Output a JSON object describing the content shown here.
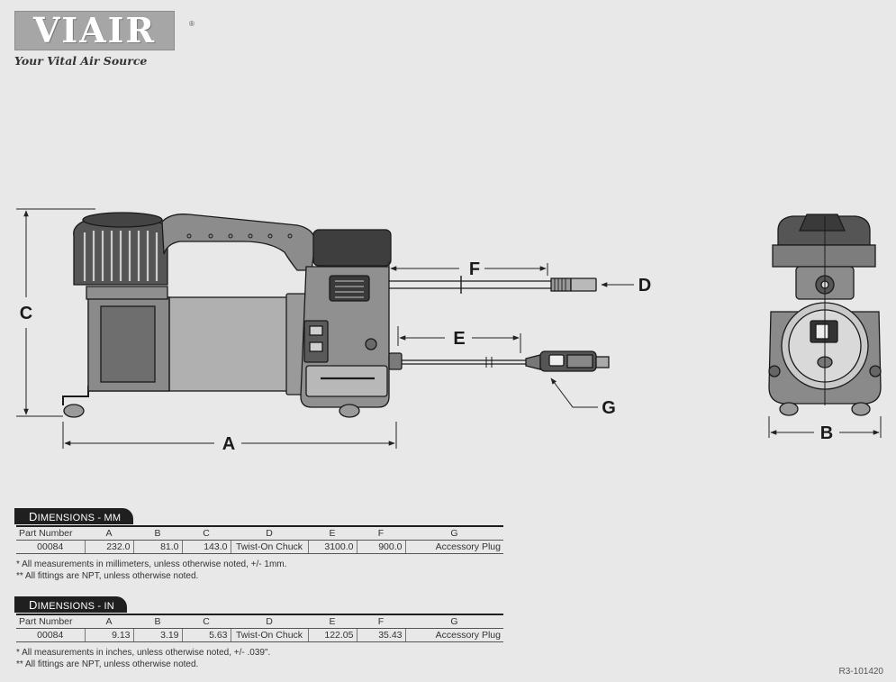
{
  "brand": {
    "name": "VIAIR",
    "registered": "®",
    "tagline": "Your Vital Air Source"
  },
  "diagram": {
    "labels": {
      "a": "A",
      "b": "B",
      "c": "C",
      "d": "D",
      "e": "E",
      "f": "F",
      "g": "G"
    }
  },
  "tables": [
    {
      "title_first": "D",
      "title_rest": "IMENSIONS - MM",
      "headers": [
        "Part Number",
        "A",
        "B",
        "C",
        "D",
        "E",
        "F",
        "G"
      ],
      "row": [
        "00084",
        "232.0",
        "81.0",
        "143.0",
        "Twist-On Chuck",
        "3100.0",
        "900.0",
        "Accessory Plug"
      ],
      "notes": [
        "* All measurements in millimeters, unless otherwise noted, +/- 1mm.",
        "** All fittings are NPT, unless otherwise noted."
      ]
    },
    {
      "title_first": "D",
      "title_rest": "IMENSIONS - IN",
      "headers": [
        "Part Number",
        "A",
        "B",
        "C",
        "D",
        "E",
        "F",
        "G"
      ],
      "row": [
        "00084",
        "9.13",
        "3.19",
        "5.63",
        "Twist-On Chuck",
        "122.05",
        "35.43",
        "Accessory Plug"
      ],
      "notes": [
        "* All measurements in inches, unless otherwise noted, +/- .039\".",
        "** All fittings are NPT, unless otherwise noted."
      ]
    }
  ],
  "reference": "R3-101420",
  "colors": {
    "background": "#e8e8e8",
    "tab": "#1f1f1f",
    "logo": "#a6a6a6"
  }
}
